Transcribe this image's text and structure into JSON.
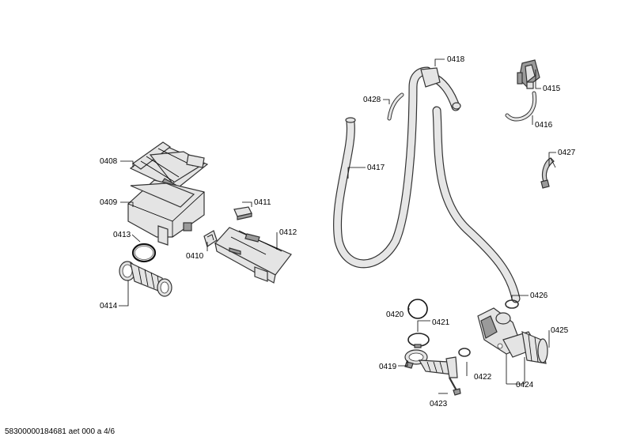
{
  "labels": {
    "p0408": "0408",
    "p0409": "0409",
    "p0410": "0410",
    "p0411": "0411",
    "p0412": "0412",
    "p0413": "0413",
    "p0414": "0414",
    "p0415": "0415",
    "p0416": "0416",
    "p0417": "0417",
    "p0418": "0418",
    "p0419": "0419",
    "p0420": "0420",
    "p0421": "0421",
    "p0422": "0422",
    "p0423": "0423",
    "p0424": "0424",
    "p0425": "0425",
    "p0426": "0426",
    "p0427": "0427",
    "p0428": "0428"
  },
  "footer": "58300000184681 aet 000 a 4/6"
}
